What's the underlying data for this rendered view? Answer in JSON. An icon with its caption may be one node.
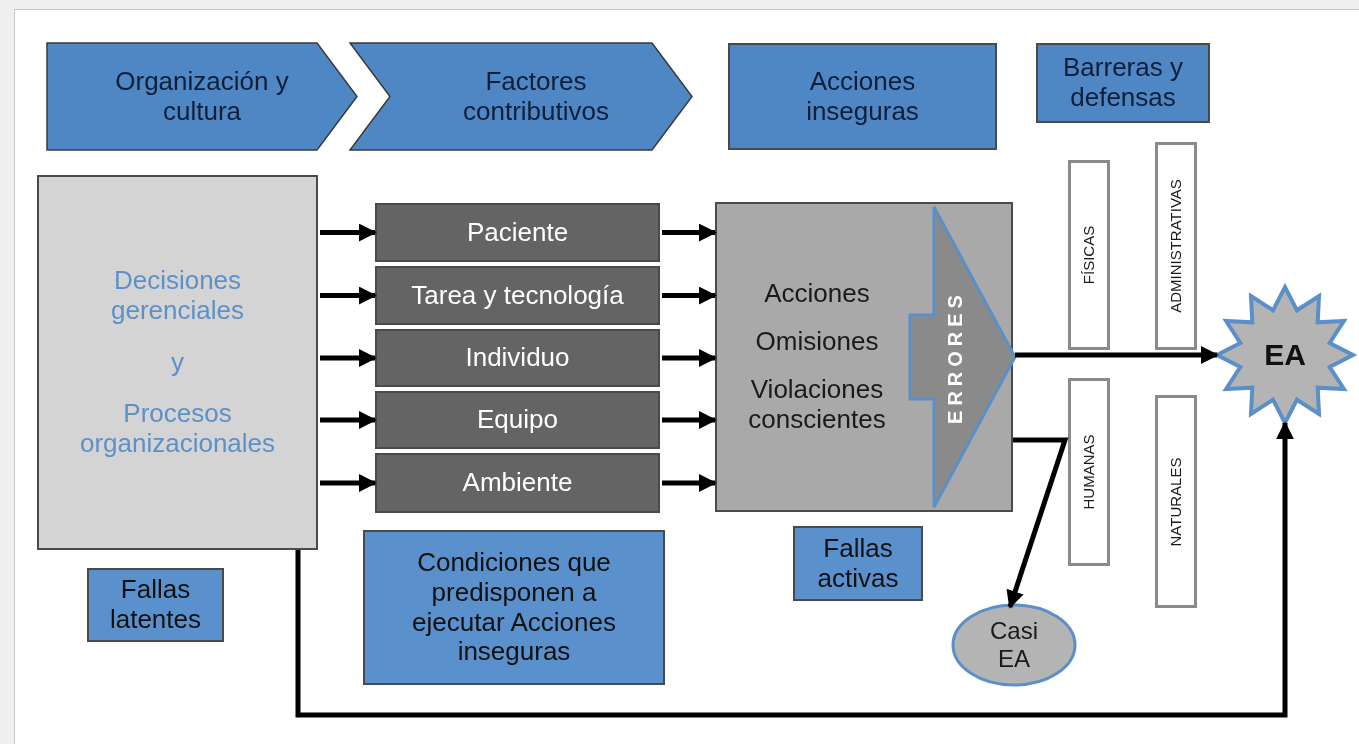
{
  "diagram": {
    "nodes": [
      {
        "text": [
          "Organización y cultura"
        ]
      },
      {
        "text": [
          "Factores contributivos"
        ]
      },
      {
        "text": [
          "Acciones inseguras"
        ]
      },
      {
        "text": [
          "Barreras y defensas"
        ]
      },
      {
        "text": [
          "Decisiones gerenciales",
          "y",
          "Procesos organizacionales"
        ]
      },
      {
        "text": [
          "Paciente"
        ]
      },
      {
        "text": [
          "Tarea y tecnología"
        ]
      },
      {
        "text": [
          "Individuo"
        ]
      },
      {
        "text": [
          "Equipo"
        ]
      },
      {
        "text": [
          "Ambiente"
        ]
      },
      {
        "text": [
          "Acciones",
          "Omisiones",
          "Violaciones conscientes"
        ]
      },
      {
        "text": [
          "ERRORES"
        ],
        "in": 10
      },
      {
        "text": [
          "FÍSICAS"
        ]
      },
      {
        "text": [
          "ADMINISTRATIVAS"
        ]
      },
      {
        "text": [
          "HUMANAS"
        ]
      },
      {
        "text": [
          "NATURALES"
        ]
      },
      {
        "text": [
          "EA"
        ]
      },
      {
        "text": [
          "Casi EA"
        ]
      },
      {
        "text": [
          "Fallas latentes"
        ]
      },
      {
        "text": [
          "Condiciones que predisponen a ejecutar Acciones inseguras"
        ]
      },
      {
        "text": [
          "Fallas activas"
        ]
      }
    ],
    "edges": [
      {
        "from": 4,
        "to": 5,
        "arrow": "to"
      },
      {
        "from": 4,
        "to": 6,
        "arrow": "to"
      },
      {
        "from": 4,
        "to": 7,
        "arrow": "to"
      },
      {
        "from": 4,
        "to": 8,
        "arrow": "to"
      },
      {
        "from": 4,
        "to": 9,
        "arrow": "to"
      },
      {
        "from": 5,
        "to": 10,
        "arrow": "to"
      },
      {
        "from": 6,
        "to": 10,
        "arrow": "to"
      },
      {
        "from": 7,
        "to": 10,
        "arrow": "to"
      },
      {
        "from": 8,
        "to": 10,
        "arrow": "to"
      },
      {
        "from": 9,
        "to": 10,
        "arrow": "to"
      },
      {
        "from": 11,
        "to": 16,
        "arrow": "to"
      },
      {
        "from": 10,
        "to": 17,
        "arrow": "to"
      },
      {
        "from": 4,
        "to": 16,
        "arrow": "to"
      }
    ]
  }
}
